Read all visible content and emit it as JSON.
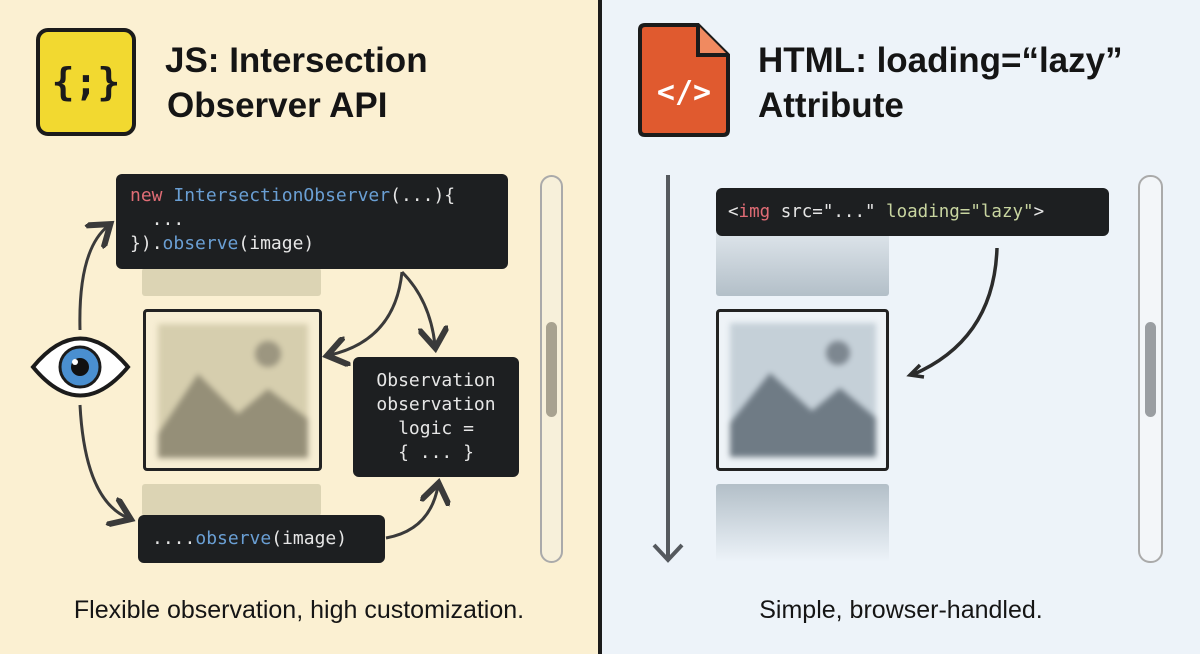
{
  "left": {
    "icon": "js-braces-icon",
    "icon_text": "{;}",
    "title_line1": "JS: Intersection",
    "title_line2": "Observer API",
    "code_main": {
      "kw": "new",
      "cls": "IntersectionObserver",
      "args": "(...){",
      "body": "  ...",
      "close": "})",
      "dot": ".",
      "method": "observe",
      "call": "(image)"
    },
    "code_observe": {
      "dots": "....",
      "method": "observe",
      "call": "(image)"
    },
    "logic_box": [
      "Observation",
      "observation",
      "logic =",
      "{ ... }"
    ],
    "caption": "Flexible observation, high customization.",
    "colors": {
      "background": "#fbf0d2",
      "icon": "#f2d930"
    }
  },
  "right": {
    "icon": "html-file-code-icon",
    "icon_text": "</>",
    "title_line1": "HTML: loading=“lazy”",
    "title_line2": "Attribute",
    "code": {
      "open": "<",
      "tag": "img",
      "attr1": " src=\"...\"",
      "attr2": " loading=\"lazy\"",
      "close": ">"
    },
    "caption": "Simple, browser-handled.",
    "colors": {
      "background": "#edf3f9",
      "icon": "#e05a2f"
    }
  }
}
